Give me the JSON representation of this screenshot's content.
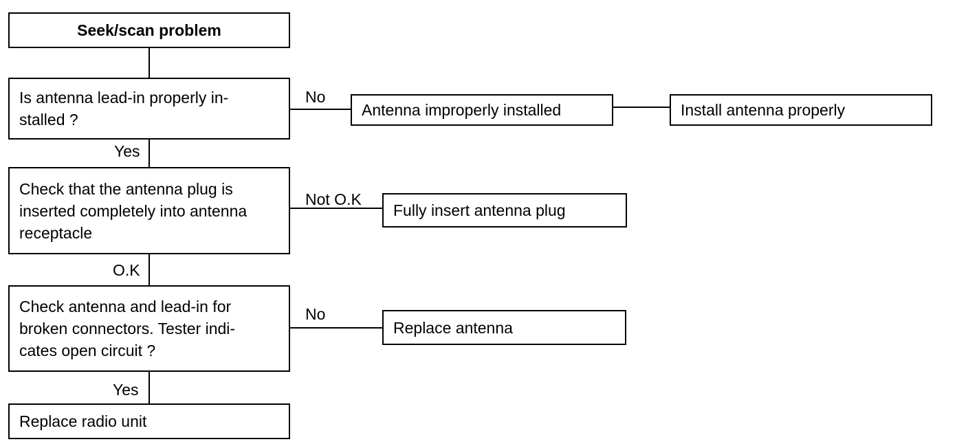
{
  "start": "Seek/scan problem",
  "q1": {
    "text": "Is antenna lead-in properly in-\nstalled ?",
    "no_label": "No",
    "yes_label": "Yes",
    "no_result": "Antenna improperly installed",
    "no_action": "Install antenna properly"
  },
  "q2": {
    "text": "Check that the antenna plug is\ninserted completely into antenna\nreceptacle",
    "notok_label": "Not O.K",
    "ok_label": "O.K",
    "notok_action": "Fully insert antenna plug"
  },
  "q3": {
    "text": "Check antenna and lead-in for\nbroken connectors. Tester indi-\ncates open circuit ?",
    "no_label": "No",
    "yes_label": "Yes",
    "no_action": "Replace antenna"
  },
  "end": "Replace radio unit"
}
